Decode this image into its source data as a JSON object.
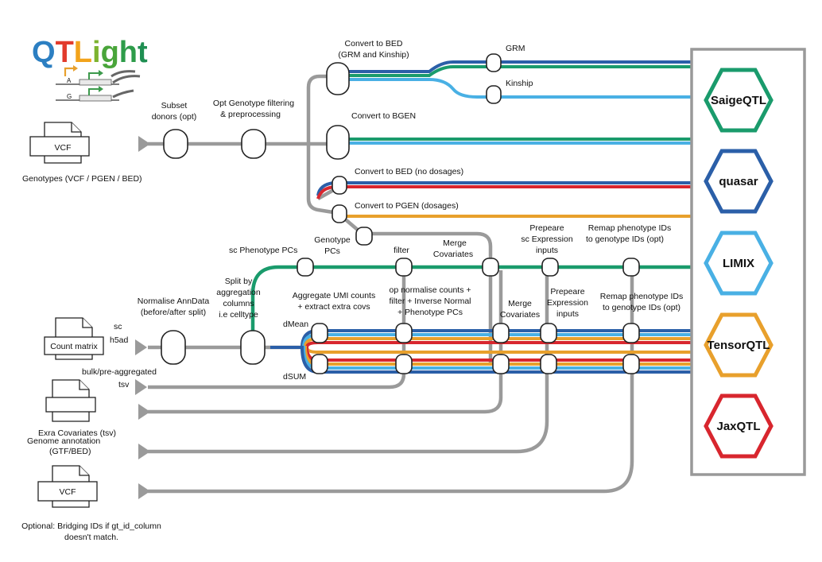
{
  "logo": {
    "text": "QTLight",
    "allele_a": "A",
    "allele_g": "G"
  },
  "colors": {
    "saige": "#1a9b6c",
    "quasar": "#2b5fa8",
    "limix": "#49b0e4",
    "tensor": "#e8a02c",
    "jax": "#d8262e",
    "grey": "#9a9a9a"
  },
  "inputs": {
    "vcf_doc": "VCF",
    "genotypes_caption": "Genotypes (VCF / PGEN / BED)",
    "count_matrix_doc": "Count matrix",
    "sc": "sc",
    "h5ad": "h5ad",
    "bulk_line1": "bulk/pre-aggregated",
    "bulk_line2": "tsv",
    "covariates_caption": "Exra Covariates (tsv)",
    "genome_line1": "Genome annotation",
    "genome_line2": "(GTF/BED)",
    "vcf2_doc": "VCF",
    "optional_line1": "Optional: Bridging IDs if gt_id_column",
    "optional_line2": "doesn't match."
  },
  "steps": {
    "subset_l1": "Subset",
    "subset_l2": "donors (opt)",
    "optgeno_l1": "Opt Genotype filtering",
    "optgeno_l2": "& preprocessing",
    "bed_l1": "Convert to BED",
    "bed_l2": "(GRM and Kinship)",
    "grm": "GRM",
    "kinship": "Kinship",
    "bgen": "Convert to BGEN",
    "bed_nodos": "Convert to BED (no dosages)",
    "pgen_dos": "Convert to PGEN (dosages)",
    "gpcs_l1": "Genotype",
    "gpcs_l2": "PCs",
    "sc_pcs": "sc Phenotype PCs",
    "filter": "filter",
    "merge1_l1": "Merge",
    "merge1_l2": "Covariates",
    "prep_sc_l1": "Prepeare",
    "prep_sc_l2": "sc Expression",
    "prep_sc_l3": "inputs",
    "remap1_l1": "Remap phenotype IDs",
    "remap1_l2": "to genotype IDs (opt)",
    "norm_l1": "Normalise AnnData",
    "norm_l2": "(before/after split)",
    "split_l1": "Split by",
    "split_l2": "aggregation",
    "split_l3": "columns",
    "split_l4": "i.e celltype",
    "agg_l1": "Aggregate UMI counts",
    "agg_l2": "+ extract extra covs",
    "opnorm_l1": "op normalise counts +",
    "opnorm_l2": "filter + Inverse Normal",
    "opnorm_l3": "+ Phenotype PCs",
    "merge2_l1": "Merge",
    "merge2_l2": "Covariates",
    "prep_l1": "Prepeare",
    "prep_l2": "Expression",
    "prep_l3": "inputs",
    "remap2_l1": "Remap phenotype IDs",
    "remap2_l2": "to genotype IDs (opt)",
    "dmean": "dMean",
    "dsum": "dSUM"
  },
  "tools": {
    "saige": "SaigeQTL",
    "quasar": "quasar",
    "limix": "LIMIX",
    "tensor": "TensorQTL",
    "jax": "JaxQTL"
  }
}
